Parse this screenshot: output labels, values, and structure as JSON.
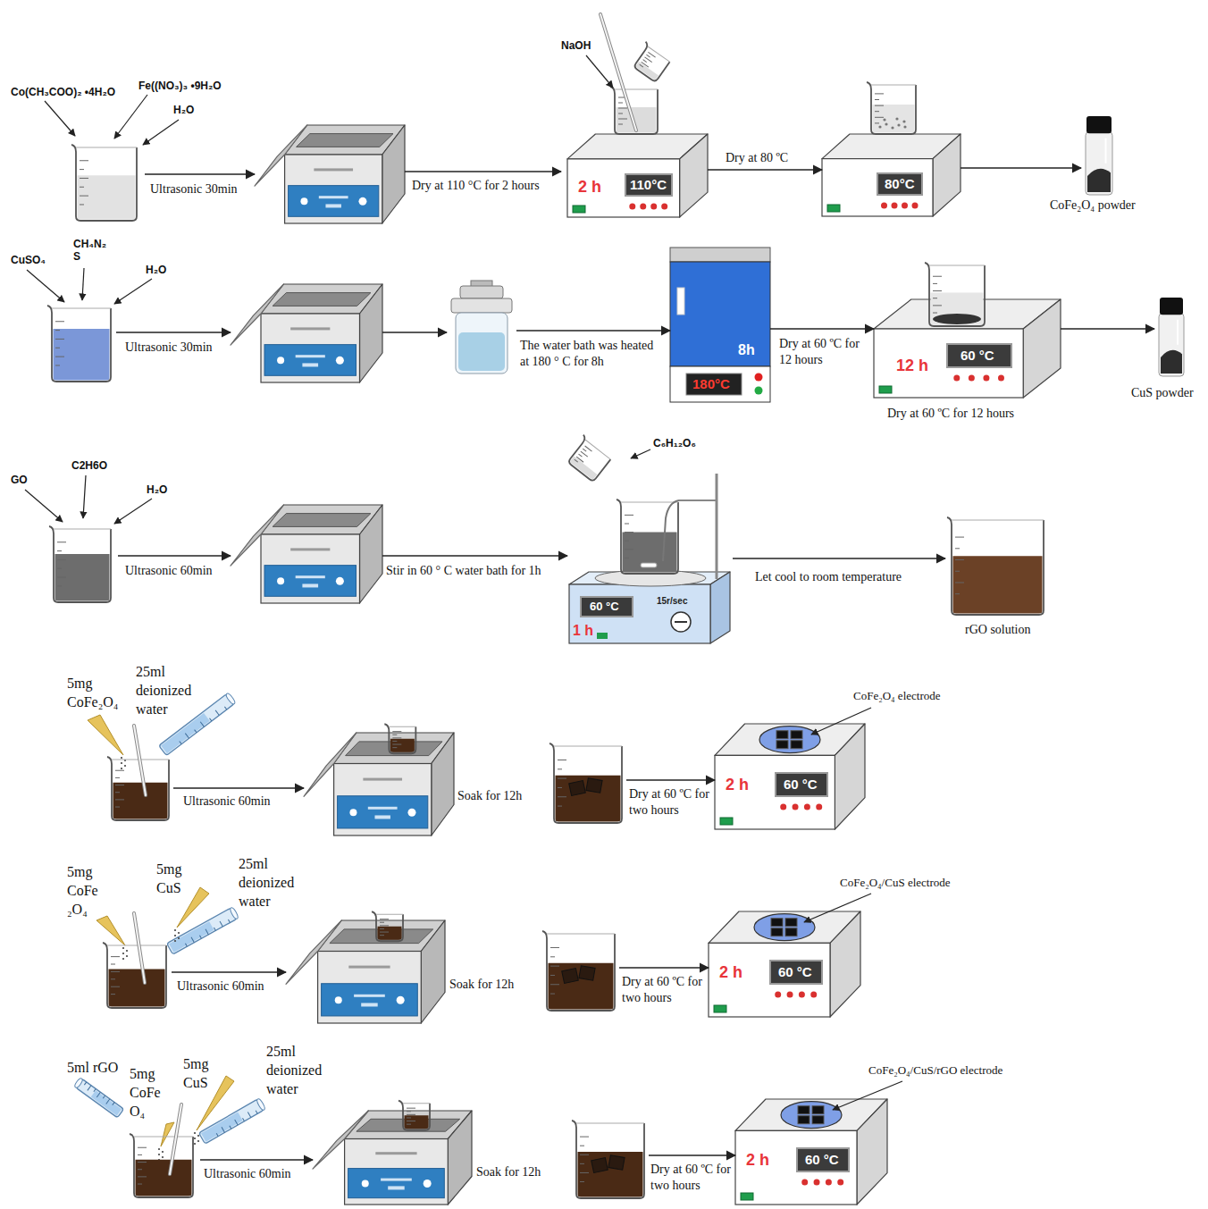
{
  "diagram": {
    "nodes": [
      {
        "text": [
          "Co(CH₃COO)₂ •4H₂O",
          "Fe((NO₃)₃ •9H₂O",
          "H₂O"
        ]
      },
      {
        "text": []
      },
      {
        "text": [
          "NaOH",
          "2 h",
          "110°C"
        ]
      },
      {
        "text": [
          "80°C"
        ]
      },
      {
        "text": [
          "CoFe₂O₄ powder"
        ]
      },
      {
        "text": [
          "CuSO₄",
          "CH₄N₂ S",
          "H₂O"
        ]
      },
      {
        "text": []
      },
      {
        "text": []
      },
      {
        "text": [
          "8h",
          "180°C"
        ]
      },
      {
        "text": [
          "12 h",
          "60 °C",
          "Dry at 60 ºC for 12 hours"
        ]
      },
      {
        "text": [
          "CuS powder"
        ]
      },
      {
        "text": [
          "GO",
          "C2H6O",
          "H₂O"
        ]
      },
      {
        "text": []
      },
      {
        "text": [
          "C₆H₁₂O₆",
          "60 °C",
          "1 h",
          "15r/sec"
        ]
      },
      {
        "text": [
          "rGO solution"
        ]
      },
      {
        "text": [
          "5mg CoFe₂O₄",
          "25ml deionized water"
        ]
      },
      {
        "text": []
      },
      {
        "text": []
      },
      {
        "text": [
          "CoFe₂O₄ electrode",
          "2 h",
          "60 °C"
        ]
      },
      {
        "text": [
          "5mg CoFe ₂O₄",
          "5mg CuS",
          "25ml deionized water"
        ]
      },
      {
        "text": []
      },
      {
        "text": []
      },
      {
        "text": [
          "CoFe₂O₄/CuS electrode",
          "2 h",
          "60 °C"
        ]
      },
      {
        "text": [
          "5ml rGO",
          "5mg CoFe O₄",
          "5mg CuS",
          "25ml deionized water"
        ]
      },
      {
        "text": []
      },
      {
        "text": []
      },
      {
        "text": [
          "CoFe₂O₄/CuS/rGO electrode",
          "2 h",
          "60 °C"
        ]
      }
    ],
    "edges": [
      {
        "from": 0,
        "to": 1,
        "label": "Ultrasonic 30min",
        "arrow": "to"
      },
      {
        "from": 1,
        "to": 2,
        "label": "Dry at 110 °C for 2 hours",
        "arrow": "to"
      },
      {
        "from": 2,
        "to": 3,
        "label": "Dry at 80 ºC",
        "arrow": "to"
      },
      {
        "from": 3,
        "to": 4,
        "arrow": "to"
      },
      {
        "from": 5,
        "to": 6,
        "label": "Ultrasonic 30min",
        "arrow": "to"
      },
      {
        "from": 6,
        "to": 7,
        "arrow": "to"
      },
      {
        "from": 7,
        "to": 8,
        "label": "The water bath was heated at 180 ° C for 8h",
        "arrow": "to"
      },
      {
        "from": 8,
        "to": 9,
        "label": "Dry at 60 ºC for 12 hours",
        "arrow": "to"
      },
      {
        "from": 9,
        "to": 10,
        "arrow": "to"
      },
      {
        "from": 11,
        "to": 12,
        "label": "Ultrasonic 60min",
        "arrow": "to"
      },
      {
        "from": 12,
        "to": 13,
        "label": "Stir in 60 ° C water bath for 1h",
        "arrow": "to"
      },
      {
        "from": 13,
        "to": 14,
        "label": "Let cool to room temperature",
        "arrow": "to"
      },
      {
        "from": 15,
        "to": 16,
        "label": "Ultrasonic 60min",
        "arrow": "to"
      },
      {
        "from": 17,
        "to": 18,
        "label": "Dry at 60 ºC for two hours",
        "arrow": "to"
      },
      {
        "from": 19,
        "to": 20,
        "label": "Ultrasonic 60min",
        "arrow": "to"
      },
      {
        "from": 21,
        "to": 22,
        "label": "Dry at 60 ºC for two hours",
        "arrow": "to"
      },
      {
        "from": 23,
        "to": 24,
        "label": "Ultrasonic 60min",
        "arrow": "to"
      },
      {
        "from": 25,
        "to": 26,
        "label": "Dry at 60 ºC for two hours",
        "arrow": "to"
      }
    ],
    "labels": [
      "Soak for 12h",
      "Soak for 12h",
      "Soak for 12h"
    ]
  }
}
